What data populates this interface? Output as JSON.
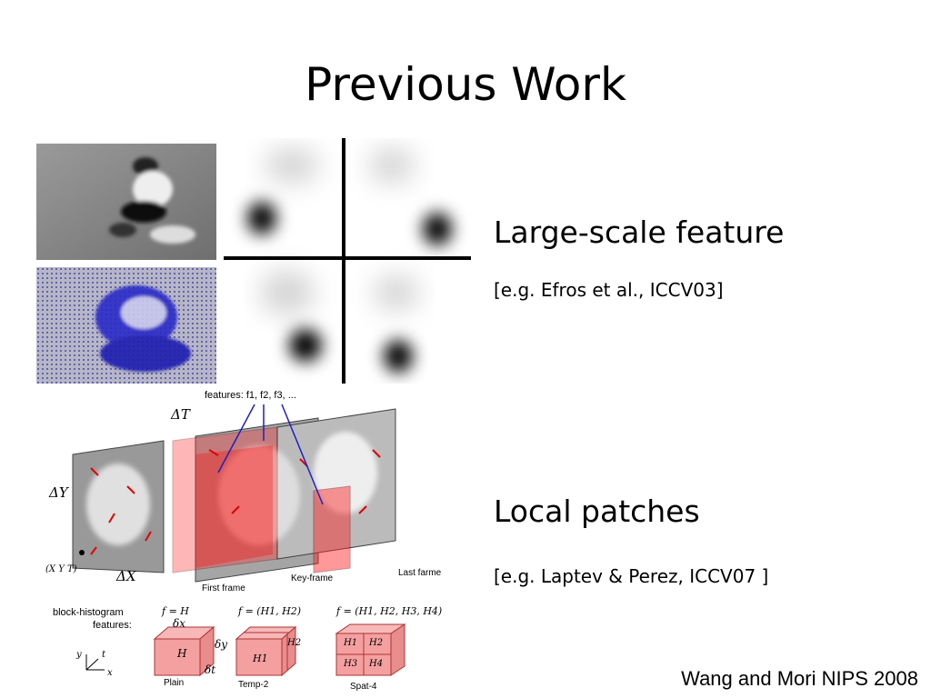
{
  "slide": {
    "title": "Previous Work",
    "items": [
      {
        "heading": "Large-scale feature",
        "reference": "[e.g. Efros et al., ICCV03]"
      },
      {
        "heading": "Local patches",
        "reference": "[e.g. Laptev & Perez, ICCV07 ]"
      }
    ],
    "citation": "Wang and Mori NIPS 2008"
  },
  "figure_bottom": {
    "features_label": "features: f1, f2, f3, ...",
    "delta_t": "ΔT",
    "delta_y": "ΔY",
    "delta_x": "ΔX",
    "xyt": "(X Y T)",
    "first_frame": "First frame",
    "key_frame": "Key-frame",
    "last_frame": "Last farme",
    "block_hist_1": "block-histogram",
    "block_hist_2": "features:",
    "f_plain": "f = H",
    "f_temp": "f = (H1, H2)",
    "f_spat": "f = (H1, H2, H3, H4)",
    "dx": "δx",
    "dy": "δy",
    "dt": "δt",
    "H": "H",
    "H1": "H1",
    "H2": "H2",
    "H3": "H3",
    "H4": "H4",
    "cap_plain": "Plain",
    "cap_temp": "Temp-2",
    "cap_spat": "Spat-4",
    "axis_y": "y",
    "axis_t": "t",
    "axis_x": "x"
  }
}
